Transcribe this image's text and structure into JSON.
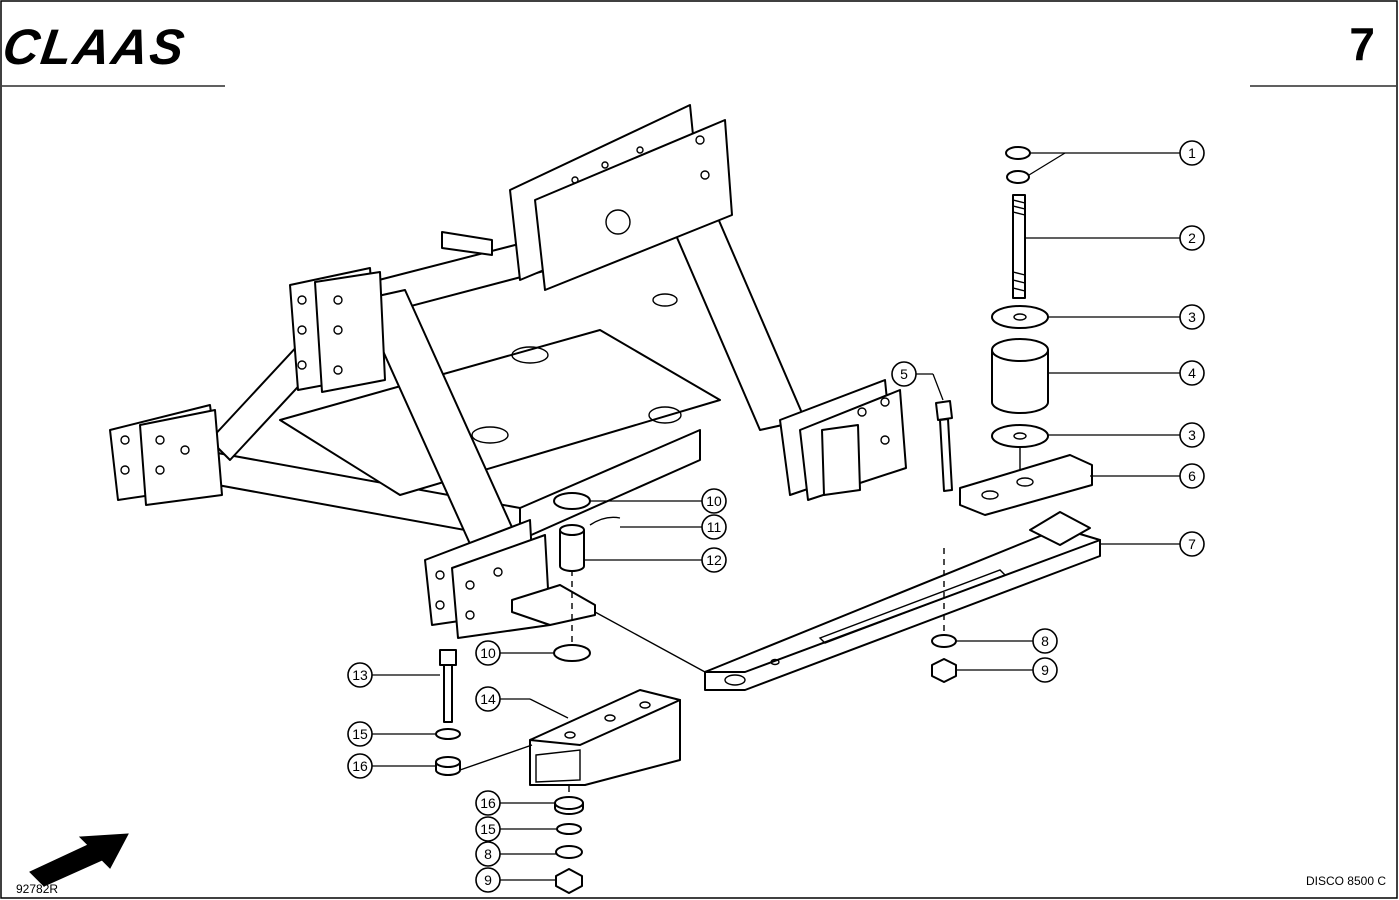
{
  "header": {
    "brand_logo": "CLAAS",
    "page_number": "7"
  },
  "footer": {
    "drawing_number": "92782R",
    "model": "DISCO 8500 C"
  },
  "callouts": [
    "1",
    "2",
    "3",
    "4",
    "3",
    "5",
    "6",
    "7",
    "10",
    "11",
    "12",
    "10",
    "8",
    "9",
    "13",
    "14",
    "15",
    "16",
    "16",
    "15",
    "8",
    "9"
  ],
  "colors": {
    "ink": "#000000",
    "paper": "#ffffff"
  },
  "icons": {
    "direction_arrow": "direction-arrow-icon"
  }
}
